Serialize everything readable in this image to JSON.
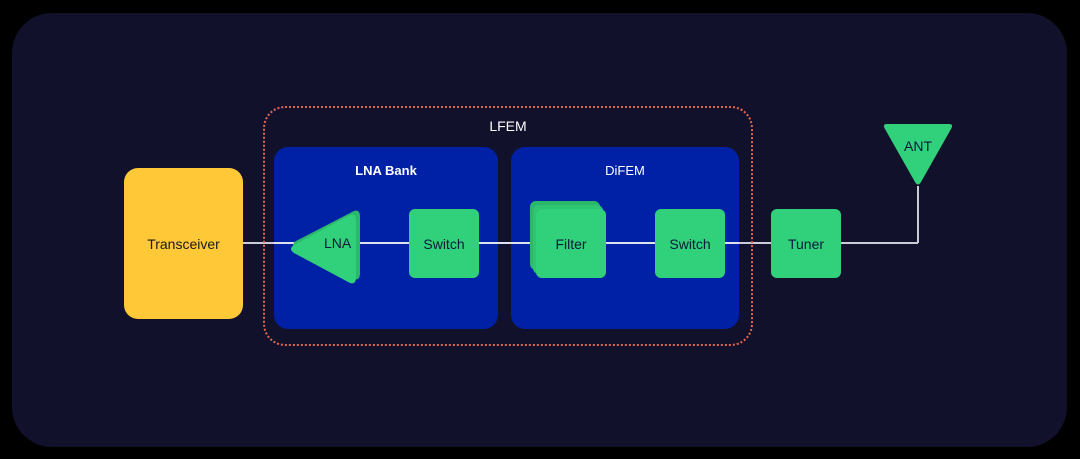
{
  "diagram": {
    "transceiver": "Transceiver",
    "lfem": {
      "title": "LFEM",
      "lna_bank": {
        "title": "LNA Bank",
        "lna": "LNA",
        "switch": "Switch"
      },
      "difem": {
        "title": "DiFEM",
        "filter": "Filter",
        "switch": "Switch"
      }
    },
    "tuner": "Tuner",
    "antenna": "ANT"
  },
  "colors": {
    "background": "#12112b",
    "transceiver": "#fec837",
    "component": "#31d07a",
    "group": "#0021a6",
    "lfem_border": "#e1664f",
    "wire": "#c9cbd6"
  }
}
